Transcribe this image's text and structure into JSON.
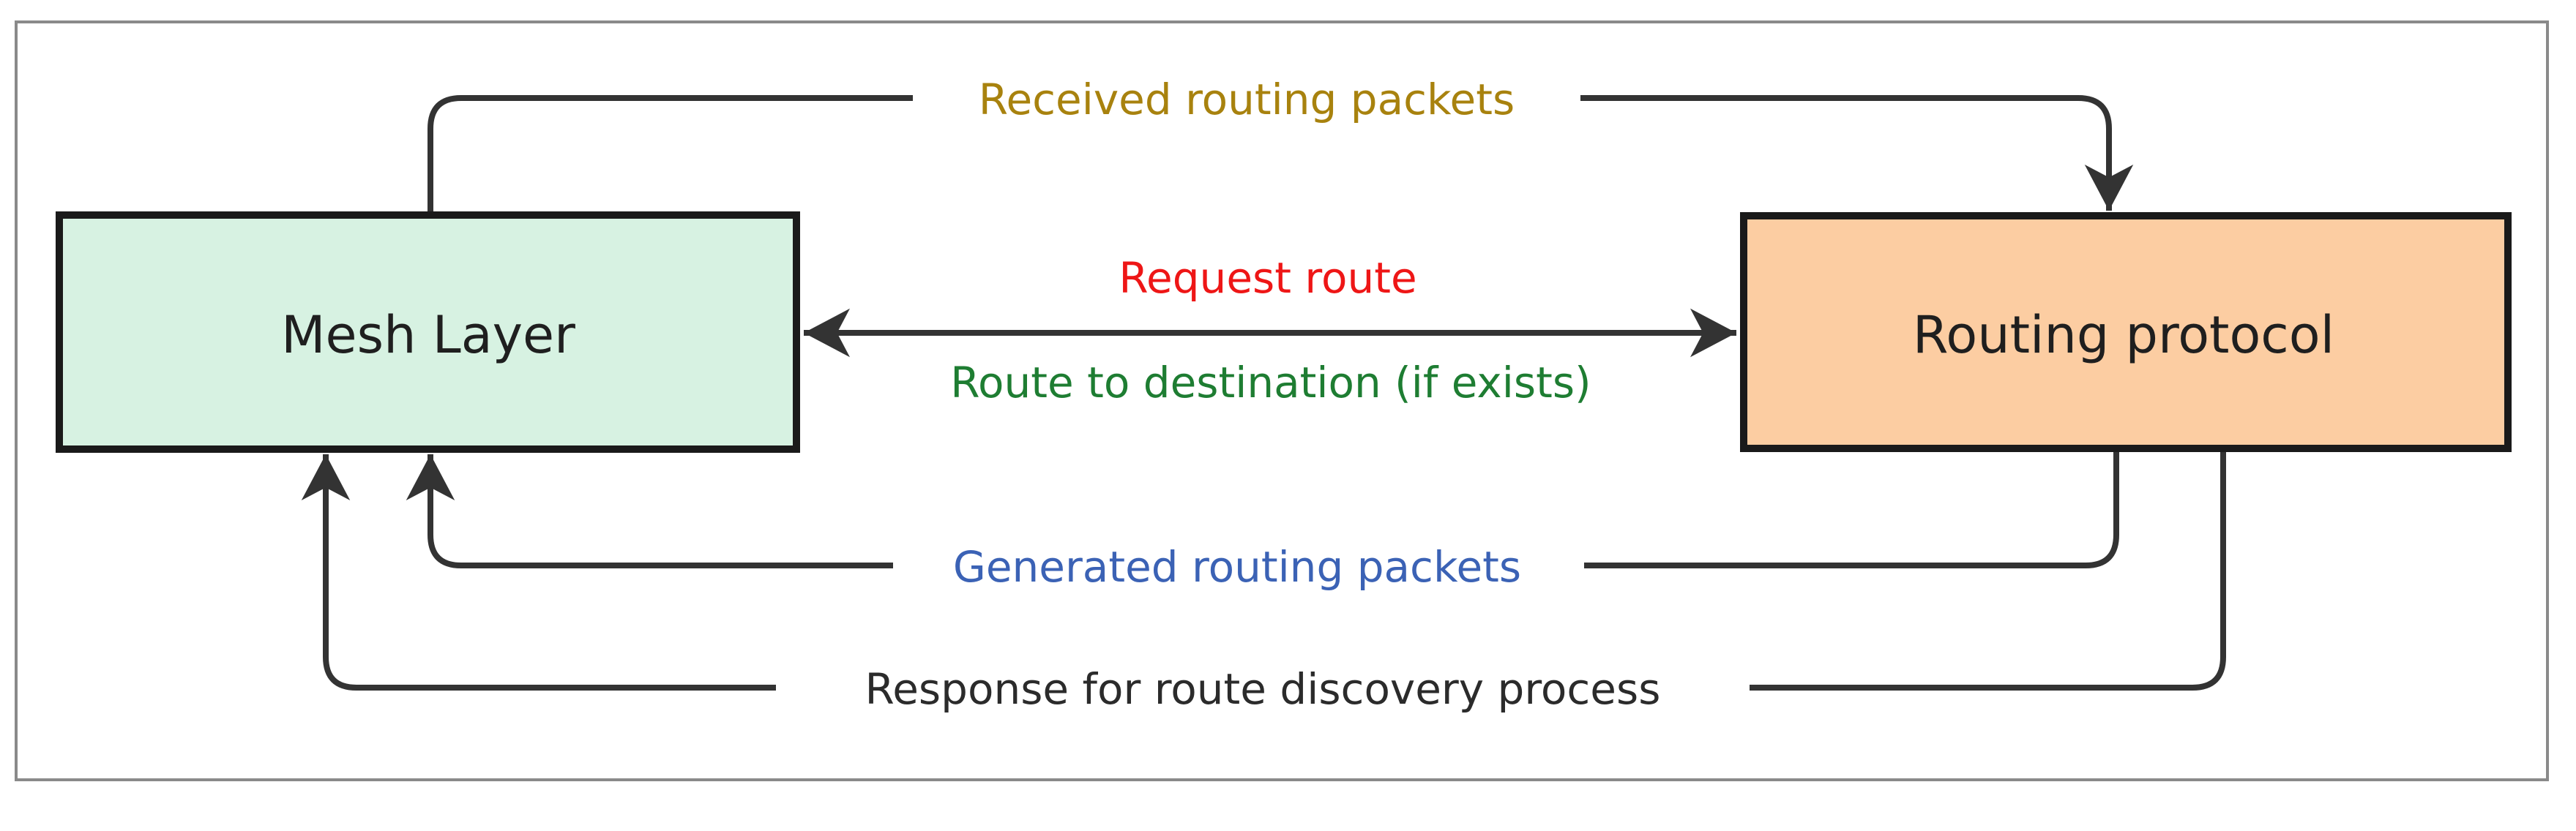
{
  "diagram": {
    "background": "#ffffff",
    "border_color": "#8a8a8a",
    "line_color": "#333333",
    "nodes": [
      {
        "id": "mesh-layer",
        "label": "Mesh Layer",
        "fill": "#d7f2e2",
        "border": "#1a1a1a",
        "text_color": "#1f1f1f"
      },
      {
        "id": "routing-protocol",
        "label": "Routing protocol",
        "fill": "#fccda2",
        "border": "#1a1a1a",
        "text_color": "#1f1f1f"
      }
    ],
    "edges": [
      {
        "id": "received-routing-packets",
        "label": "Received routing packets",
        "label_color": "#a8820e",
        "from": "Mesh Layer",
        "to": "Routing protocol",
        "direction": "to-routing-protocol"
      },
      {
        "id": "request-route",
        "label": "Request route",
        "label_color": "#ee1616",
        "from": "Mesh Layer",
        "to": "Routing protocol",
        "direction": "bidirectional"
      },
      {
        "id": "route-to-destination",
        "label": "Route to destination (if exists)",
        "label_color": "#1e7d32",
        "from": "Routing protocol",
        "to": "Mesh Layer",
        "direction": "bidirectional"
      },
      {
        "id": "generated-routing-packets",
        "label": "Generated routing packets",
        "label_color": "#3b62b5",
        "from": "Routing protocol",
        "to": "Mesh Layer",
        "direction": "to-mesh-layer"
      },
      {
        "id": "response-route-discovery",
        "label": "Response for route discovery process",
        "label_color": "#2b2b2b",
        "from": "Routing protocol",
        "to": "Mesh Layer",
        "direction": "to-mesh-layer"
      }
    ]
  }
}
